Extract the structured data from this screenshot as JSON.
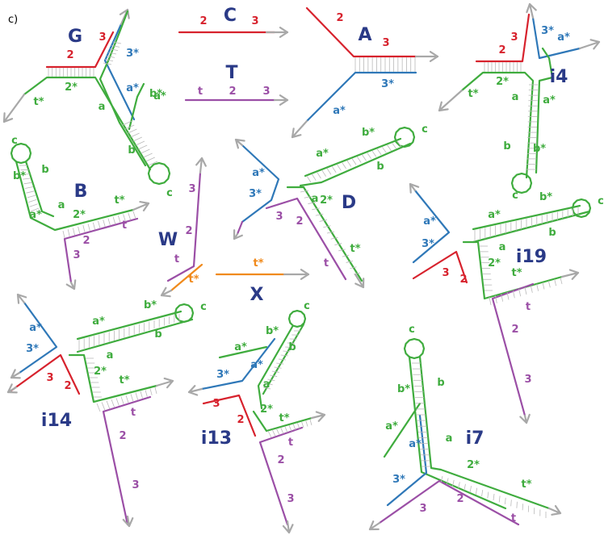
{
  "panel_label": "c)",
  "colors": {
    "red": "#d7222d",
    "blue": "#2f78b8",
    "green": "#3fac3e",
    "purple": "#9b4fa6",
    "orange": "#f08a1c",
    "navy": "#2a3a87",
    "arrow": "#a8a8a8"
  },
  "complexes": {
    "G": {
      "name": "G",
      "labels": [
        "3",
        "2",
        "3*",
        "a*",
        "2*",
        "t*",
        "a",
        "b*",
        "b",
        "c"
      ]
    },
    "C": {
      "name": "C",
      "labels": [
        "2",
        "3"
      ]
    },
    "A": {
      "name": "A",
      "labels": [
        "2",
        "3",
        "3*",
        "a*"
      ]
    },
    "T": {
      "name": "T",
      "labels": [
        "t",
        "2",
        "3"
      ]
    },
    "i4": {
      "name": "i4",
      "labels": [
        "3",
        "2",
        "3*",
        "a*",
        "2*",
        "t*",
        "a",
        "a*",
        "b",
        "b*",
        "c"
      ]
    },
    "B": {
      "name": "B",
      "labels": [
        "c",
        "b*",
        "b",
        "a*",
        "a",
        "2*",
        "t*",
        "t",
        "2",
        "3"
      ]
    },
    "W": {
      "name": "W",
      "labels": [
        "3",
        "2",
        "t",
        "t*"
      ]
    },
    "D": {
      "name": "D",
      "labels": [
        "b*",
        "c",
        "a*",
        "b",
        "a*",
        "3*",
        "a",
        "2*",
        "3",
        "2",
        "t*",
        "t"
      ]
    },
    "X": {
      "name": "X",
      "labels": [
        "t*"
      ]
    },
    "i19": {
      "name": "i19",
      "labels": [
        "a*",
        "b*",
        "c",
        "a*",
        "3*",
        "a",
        "b",
        "2*",
        "3",
        "2",
        "t*",
        "t",
        "2",
        "3"
      ]
    },
    "i14": {
      "name": "i14",
      "labels": [
        "a*",
        "3*",
        "b*",
        "c",
        "a*",
        "a",
        "b",
        "2*",
        "3",
        "2",
        "t*",
        "t",
        "2",
        "3"
      ]
    },
    "i13": {
      "name": "i13",
      "labels": [
        "c",
        "b*",
        "a*",
        "a*",
        "b",
        "3*",
        "a",
        "3",
        "2",
        "2*",
        "t*",
        "t",
        "2",
        "3"
      ]
    },
    "i7": {
      "name": "i7",
      "labels": [
        "c",
        "b*",
        "b",
        "a*",
        "a",
        "a*",
        "3*",
        "2*",
        "t*",
        "3",
        "2",
        "t"
      ]
    }
  }
}
